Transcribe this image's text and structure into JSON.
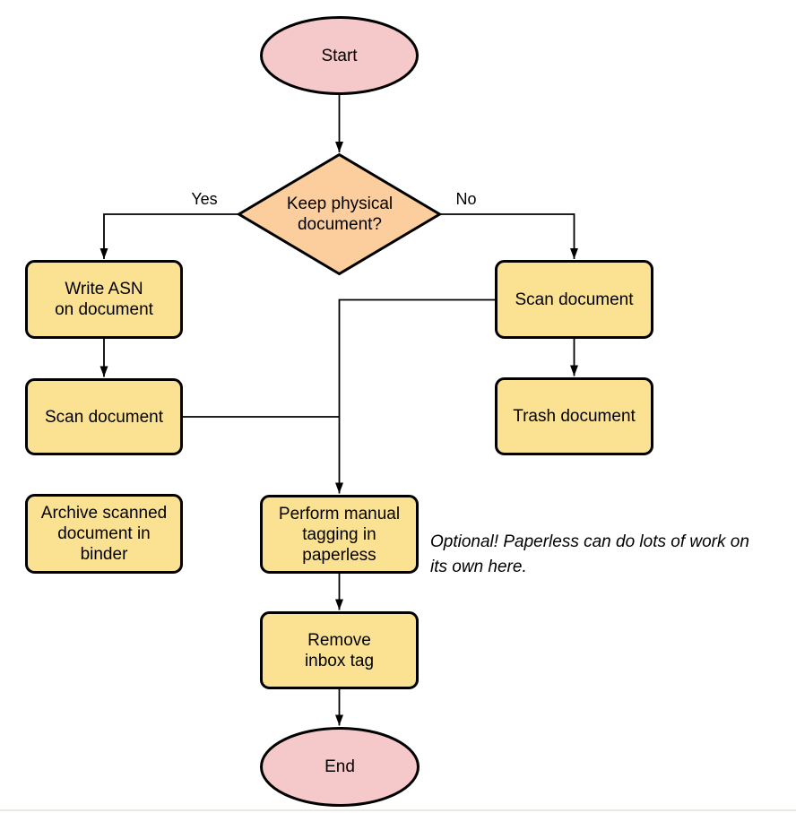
{
  "colors": {
    "terminator_fill": "#F5C8CA",
    "decision_fill": "#FCCE9E",
    "process_fill": "#FBE293",
    "stroke": "#000000"
  },
  "nodes": {
    "start": "Start",
    "decision": "Keep physical\ndocument?",
    "write_asn": "Write ASN\non document",
    "scan_document_left": "Scan document",
    "archive": "Archive scanned\ndocument in\nbinder",
    "scan_document_right": "Scan document",
    "trash": "Trash document",
    "manual_tagging": "Perform manual\ntagging in\npaperless",
    "remove_inbox_tag": "Remove\ninbox tag",
    "end": "End"
  },
  "edge_labels": {
    "yes": "Yes",
    "no": "No"
  },
  "note": "Optional! Paperless can do lots of work on\nits own here."
}
